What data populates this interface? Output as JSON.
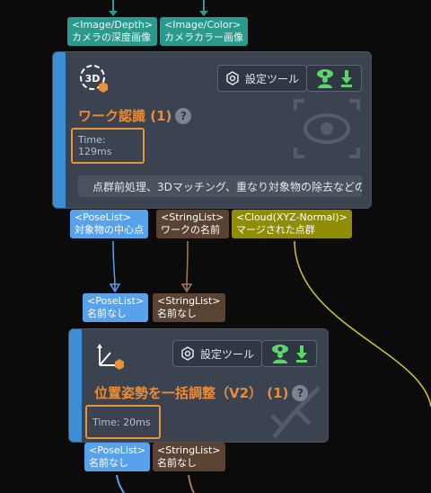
{
  "node1": {
    "inputs": [
      {
        "type": "<Image/Depth>",
        "name": "カメラの深度画像"
      },
      {
        "type": "<Image/Color>",
        "name": "カメラカラー画像"
      }
    ],
    "title": "ワーク認識 (1)",
    "help": "?",
    "time": "Time: 129ms",
    "settings_label": "設定ツール",
    "description": "点群前処理、3Dマッチング、重なり対象物の除去などの...",
    "outputs": [
      {
        "type": "<PoseList>",
        "name": "対象物の中心点"
      },
      {
        "type": "<StringList>",
        "name": "ワークの名前"
      },
      {
        "type": "<Cloud(XYZ-Normal)>",
        "name": "マージされた点群"
      }
    ]
  },
  "node2": {
    "inputs": [
      {
        "type": "<PoseList>",
        "name": "名前なし"
      },
      {
        "type": "<StringList>",
        "name": "名前なし"
      }
    ],
    "title": "位置姿勢を一括調整（V2） (1)",
    "help": "?",
    "time": "Time: 20ms",
    "settings_label": "設定ツール",
    "outputs": [
      {
        "type": "<PoseList>",
        "name": "名前なし"
      },
      {
        "type": "<StringList>",
        "name": "名前なし"
      }
    ]
  },
  "colors": {
    "accent": "#3c8fd6",
    "title": "#e98c3a",
    "pose": "#57a2ea",
    "string": "#5b4333",
    "cloud": "#8f8d06",
    "image": "#2b9a8e",
    "visible_green": "#5cd66b"
  },
  "icons": {
    "node1": "3d-matching-icon",
    "node2": "pose-adjust-icon",
    "settings": "hexagon-gear-icon",
    "visualize": "eye-person-download-icon",
    "edit": "edit-pencil-icon"
  }
}
